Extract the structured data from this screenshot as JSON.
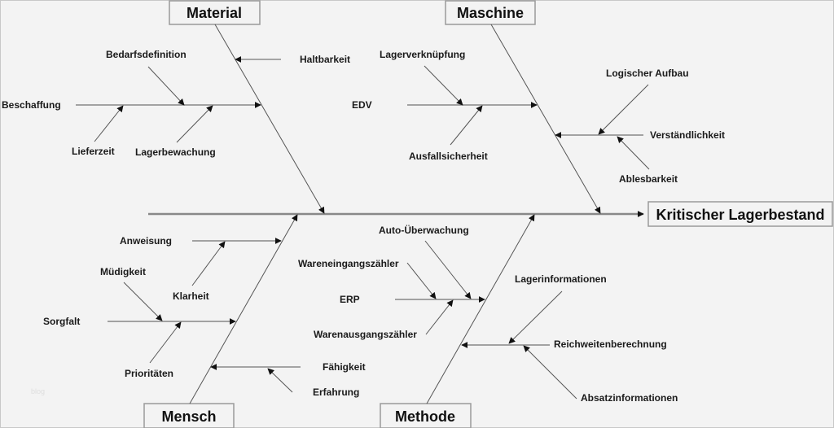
{
  "effect": "Kritischer Lagerbestand",
  "watermark": "blog",
  "categories": {
    "material": {
      "label": "Material",
      "causes": [
        "Beschaffung",
        "Bedarfsdefinition",
        "Lieferzeit",
        "Lagerbewachung",
        "Haltbarkeit"
      ]
    },
    "maschine": {
      "label": "Maschine",
      "causes": [
        "EDV",
        "Lagerverknüpfung",
        "Ausfallsicherheit",
        "Verständlichkeit",
        "Logischer Aufbau",
        "Ablesbarkeit"
      ]
    },
    "mensch": {
      "label": "Mensch",
      "causes": [
        "Anweisung",
        "Klarheit",
        "Sorgfalt",
        "Müdigkeit",
        "Prioritäten",
        "Fähigkeit",
        "Erfahrung"
      ]
    },
    "methode": {
      "label": "Methode",
      "causes": [
        "ERP",
        "Wareneingangszähler",
        "Warenausgangszähler",
        "Auto-Überwachung",
        "Reichweitenberechnung",
        "Lagerinformationen",
        "Absatzinformationen"
      ]
    }
  }
}
